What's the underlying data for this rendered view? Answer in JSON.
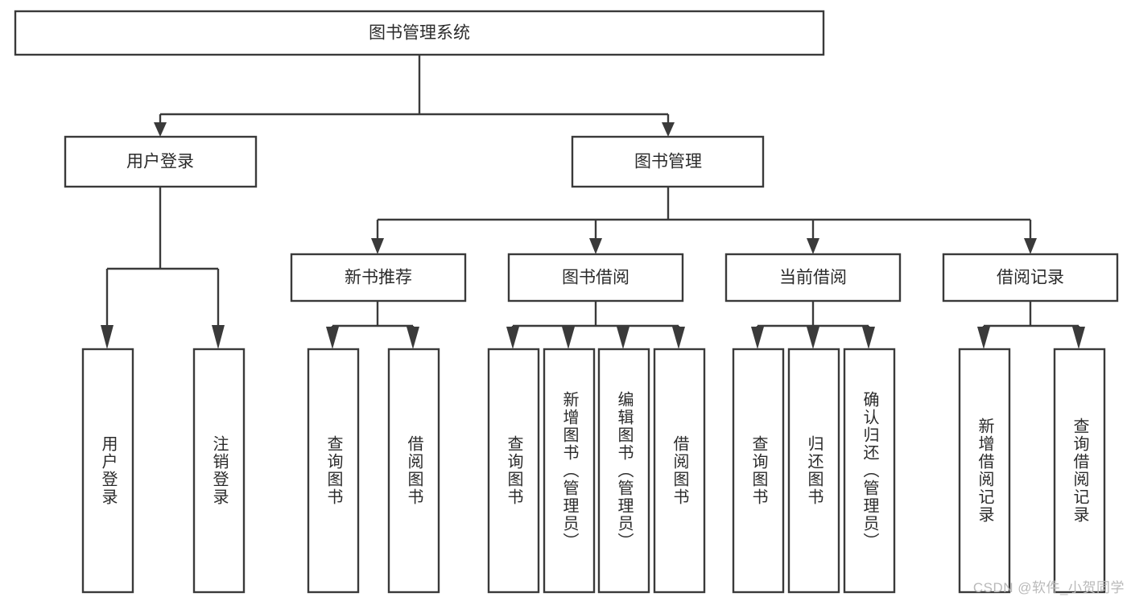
{
  "diagram": {
    "type": "tree-hierarchy",
    "title": "图书管理系统",
    "watermark": "CSDN @软件_小贺同学",
    "colors": {
      "stroke": "#3a3a3a",
      "box_fill": "#ffffff",
      "text": "#2b2b2b",
      "background": "#ffffff",
      "watermark": "#b9b9b9"
    },
    "root": {
      "label": "图书管理系统",
      "orientation": "horizontal"
    },
    "level2": [
      {
        "label": "用户登录",
        "orientation": "horizontal"
      },
      {
        "label": "图书管理",
        "orientation": "horizontal"
      }
    ],
    "level3": [
      {
        "label": "新书推荐",
        "orientation": "horizontal",
        "parent": "图书管理"
      },
      {
        "label": "图书借阅",
        "orientation": "horizontal",
        "parent": "图书管理"
      },
      {
        "label": "当前借阅",
        "orientation": "horizontal",
        "parent": "图书管理"
      },
      {
        "label": "借阅记录",
        "orientation": "horizontal",
        "parent": "图书管理"
      }
    ],
    "leaves": [
      {
        "label": "用户登录",
        "orientation": "vertical",
        "parent": "用户登录"
      },
      {
        "label": "注销登录",
        "orientation": "vertical",
        "parent": "用户登录"
      },
      {
        "label": "查询图书",
        "orientation": "vertical",
        "parent": "新书推荐"
      },
      {
        "label": "借阅图书",
        "orientation": "vertical",
        "parent": "新书推荐"
      },
      {
        "label": "查询图书",
        "orientation": "vertical",
        "parent": "图书借阅"
      },
      {
        "label": "新增图书（管理员）",
        "orientation": "vertical",
        "parent": "图书借阅"
      },
      {
        "label": "编辑图书（管理员）",
        "orientation": "vertical",
        "parent": "图书借阅"
      },
      {
        "label": "借阅图书",
        "orientation": "vertical",
        "parent": "图书借阅"
      },
      {
        "label": "查询图书",
        "orientation": "vertical",
        "parent": "当前借阅"
      },
      {
        "label": "归还图书",
        "orientation": "vertical",
        "parent": "当前借阅"
      },
      {
        "label": "确认归还（管理员）",
        "orientation": "vertical",
        "parent": "当前借阅"
      },
      {
        "label": "新增借阅记录",
        "orientation": "vertical",
        "parent": "借阅记录"
      },
      {
        "label": "查询借阅记录",
        "orientation": "vertical",
        "parent": "借阅记录"
      }
    ]
  }
}
